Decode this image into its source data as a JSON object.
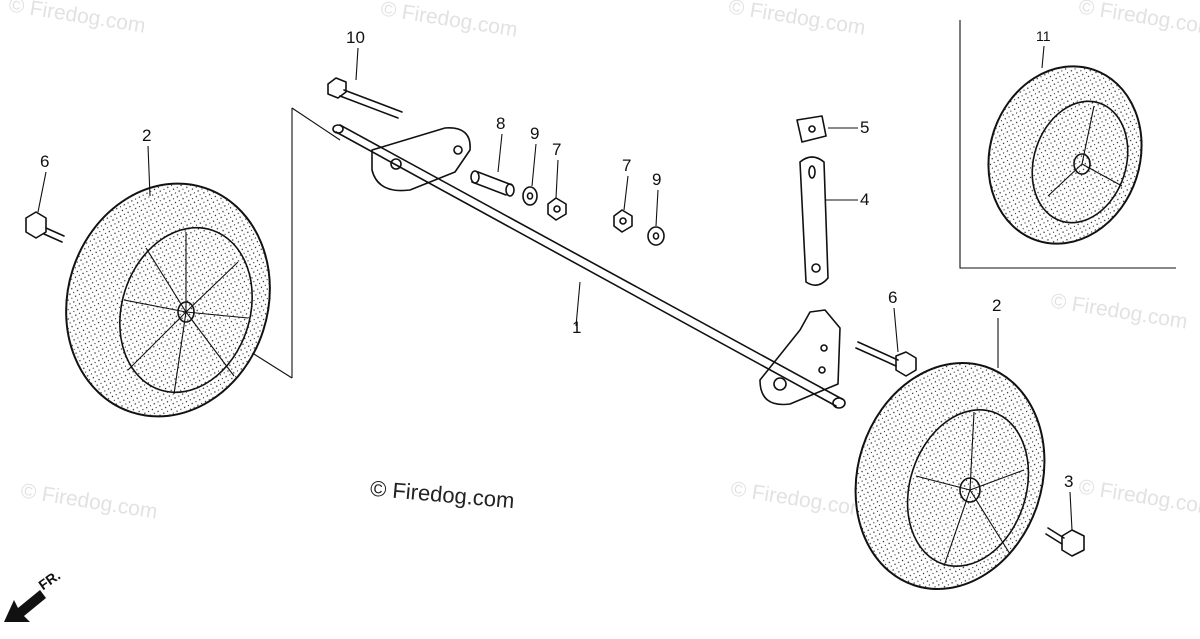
{
  "watermarks": [
    "© Firedog.com",
    "© Firedog.com",
    "© Firedog.com",
    "© Firedog.com",
    "© Firedog.com",
    "© Firedog.com",
    "© Firedog.com",
    "© Firedog.com"
  ],
  "credit": "© Firedog.com",
  "front_marker": "FR.",
  "callouts": [
    "1",
    "2",
    "2",
    "3",
    "4",
    "5",
    "6",
    "6",
    "7",
    "7",
    "8",
    "9",
    "9",
    "10",
    "11"
  ]
}
